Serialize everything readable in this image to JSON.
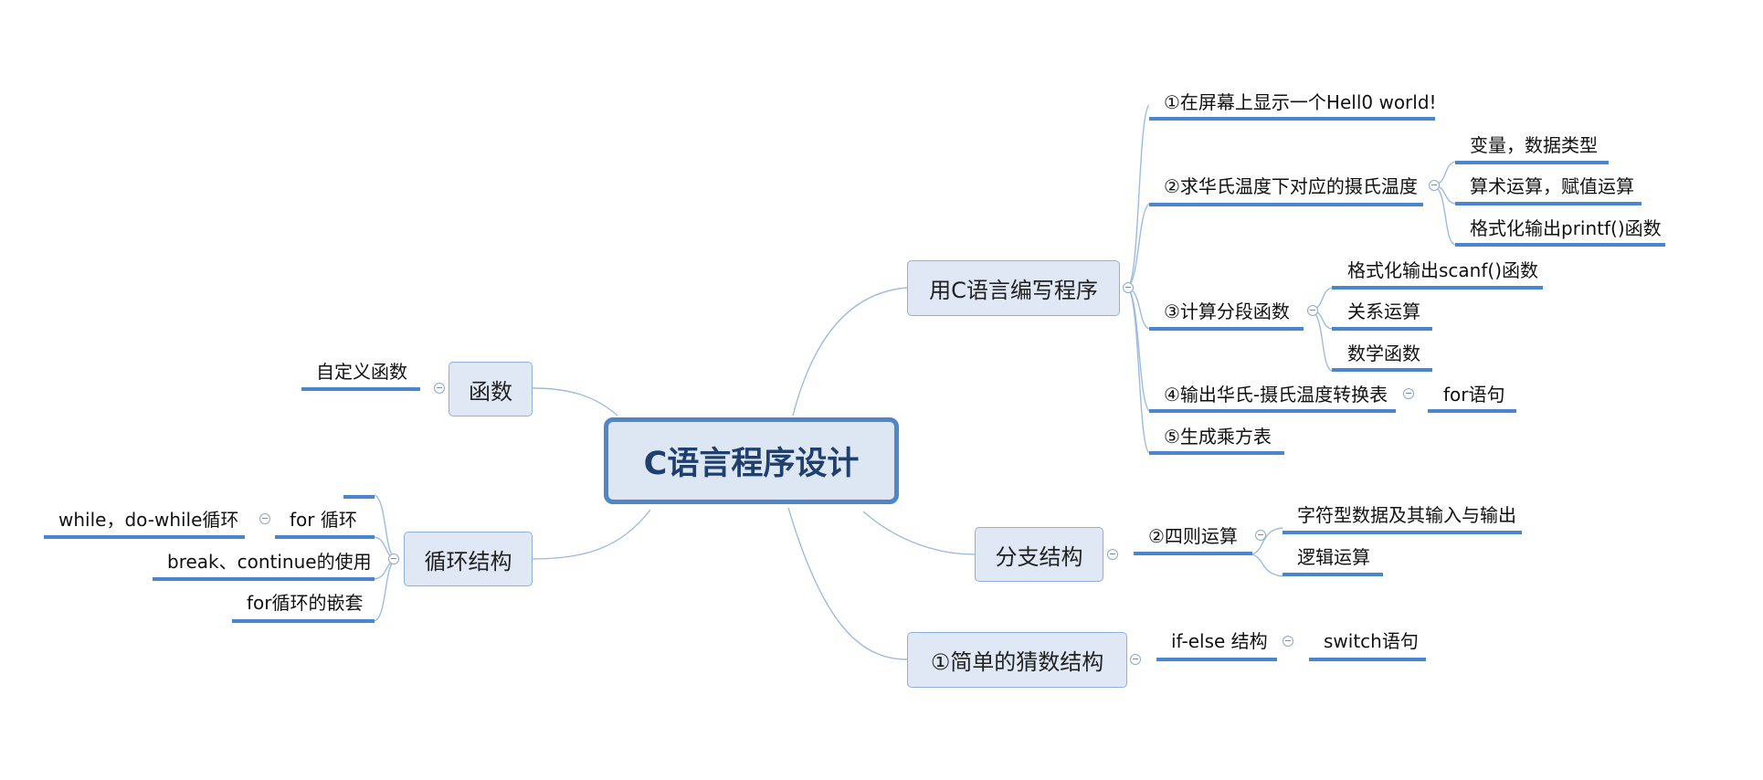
{
  "central": {
    "label": "C语言程序设计"
  },
  "branches": {
    "write_program": {
      "label": "用C语言编写程序",
      "items": [
        "①在屏幕上显示一个Hell0 world!",
        "②求华氏温度下对应的摄氏温度",
        "③计算分段函数",
        "④输出华氏-摄氏温度转换表",
        "⑤生成乘方表"
      ],
      "sub_item2": [
        "变量，数据类型",
        "算术运算，赋值运算",
        "格式化输出printf()函数"
      ],
      "sub_item3": [
        "格式化输出scanf()函数",
        "关系运算",
        "数学函数"
      ],
      "sub_item4": [
        "for语句"
      ]
    },
    "functions": {
      "label": "函数",
      "items": [
        "自定义函数"
      ]
    },
    "loops": {
      "label": "循环结构",
      "items": [
        "for 循环",
        "break、continue的使用",
        "for循环的嵌套"
      ],
      "sub_for": [
        "while，do-while循环"
      ]
    },
    "branch": {
      "label": "分支结构",
      "items": [
        "②四则运算"
      ],
      "sub_arith": [
        "字符型数据及其输入与输出",
        "逻辑运算"
      ]
    },
    "guess": {
      "label": "①简单的猜数结构",
      "items": [
        "if-else 结构"
      ],
      "sub_ifelse": [
        "switch语句"
      ]
    }
  }
}
